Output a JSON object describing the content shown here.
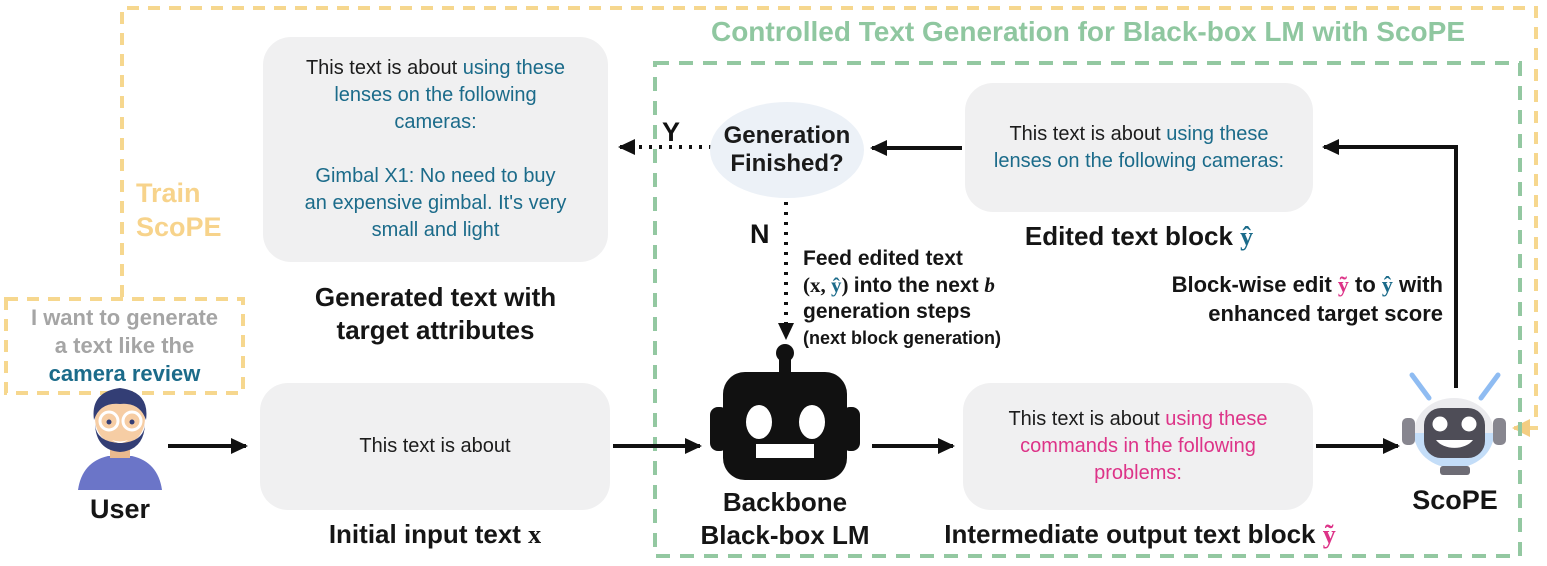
{
  "title": "Controlled Text Generation for Black-box LM with ScoPE",
  "train_scope": {
    "line1": "Train",
    "line2": "ScoPE"
  },
  "user": {
    "intent_line1": "I want to generate",
    "intent_line2": "a text like the",
    "intent_highlight": "camera review",
    "label": "User"
  },
  "generated_box": {
    "prefix": "This text is about ",
    "teal_text": "using these lenses on the following cameras:",
    "teal_text2": "Gimbal X1: No need to buy an expensive gimbal. It's very small and light",
    "caption_line1": "Generated text with",
    "caption_line2": "target attributes"
  },
  "initial_box": {
    "text": "This text is about",
    "caption_prefix": "Initial input text ",
    "caption_symbol": "x"
  },
  "decision": {
    "line1": "Generation",
    "line2": "Finished?",
    "yes": "Y",
    "no": "N"
  },
  "feed_note": {
    "line1": "Feed edited text",
    "l2_open": "(",
    "l2_x": "x",
    "l2_comma": ", ",
    "l2_yhat": "ŷ",
    "l2_close": ") ",
    "l2_rest": "into the next ",
    "l2_b": "b",
    "line3": "generation steps",
    "line4": "(next block generation)"
  },
  "backbone": {
    "caption_line1": "Backbone",
    "caption_line2": "Black-box LM"
  },
  "intermediate_box": {
    "prefix": "This text is about ",
    "pink_text": "using these commands in the following problems:",
    "caption_prefix": "Intermediate output text block ",
    "caption_symbol": "ỹ"
  },
  "edited_box": {
    "prefix": "This text is about ",
    "teal_text": "using these lenses on the following cameras:",
    "caption_prefix": "Edited text block ",
    "caption_symbol": "ŷ"
  },
  "blockwise_note": {
    "p1": "Block-wise edit ",
    "ytilde": "ỹ",
    "p2": " to ",
    "yhat": "ŷ",
    "p3": " with",
    "line2": "enhanced target score"
  },
  "scope": {
    "label": "ScoPE"
  },
  "colors": {
    "teal": "#1b6b8a",
    "pink": "#dd3388",
    "green_dash": "#93c8a1",
    "green_title": "#8fc7a0",
    "yellow_dash": "#f6d78e",
    "gray_text": "#a5a5a5",
    "box_fill": "#f0f0f1",
    "ellipse_fill": "#ecf1f7",
    "arrow_black": "#111111"
  }
}
